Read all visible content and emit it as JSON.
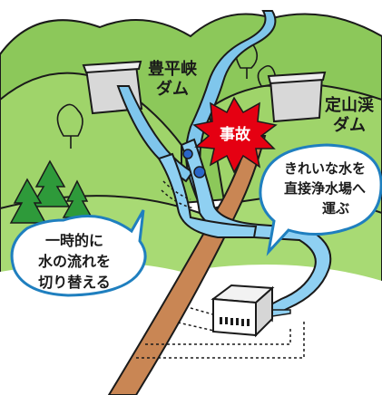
{
  "labels": {
    "dam_left_line1": "豊平峡",
    "dam_left_line2": "ダム",
    "dam_right_line1": "定山渓",
    "dam_right_line2": "ダム",
    "accident": "事故"
  },
  "bubbles": {
    "left": {
      "line1": "一時的に",
      "line2": "水の流れを",
      "line3": "切り替える"
    },
    "right": {
      "line1": "きれいな水を",
      "line2": "直接浄水場へ",
      "line3": "運ぶ"
    }
  },
  "colors": {
    "hill": "#8cc85a",
    "hill_dark": "#5fa13a",
    "river": "#7fc6ec",
    "river_edge": "#1a1a1a",
    "pipe_brown": "#c98654",
    "accident_red": "#e50012",
    "bubble_border": "#1f7fbf",
    "dashed": "#1a1a1a"
  },
  "icons": {
    "accident": "explosion-burst-icon",
    "flow_arrow": "arrow-left-icon",
    "plant": "water-treatment-plant-icon"
  }
}
